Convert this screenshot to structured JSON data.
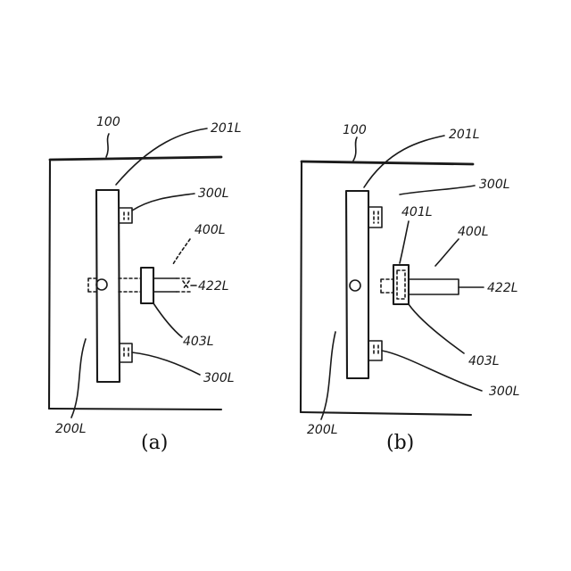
{
  "panels": {
    "a": {
      "caption": "(a)",
      "labels": {
        "frame": "100",
        "vertical_member": "201L",
        "bracket_top": "300L",
        "arm_assembly": "400L",
        "arm": "422L",
        "plate": "403L",
        "bracket_bottom": "300L",
        "base": "200L"
      }
    },
    "b": {
      "caption": "(b)",
      "labels": {
        "frame": "100",
        "vertical_member": "201L",
        "bracket_top": "300L",
        "plate_top": "401L",
        "arm_assembly": "400L",
        "arm": "422L",
        "plate": "403L",
        "bracket_bottom": "300L",
        "base": "200L"
      }
    }
  },
  "colors": {
    "ink": "#1a1a1a",
    "paper": "#ffffff"
  }
}
